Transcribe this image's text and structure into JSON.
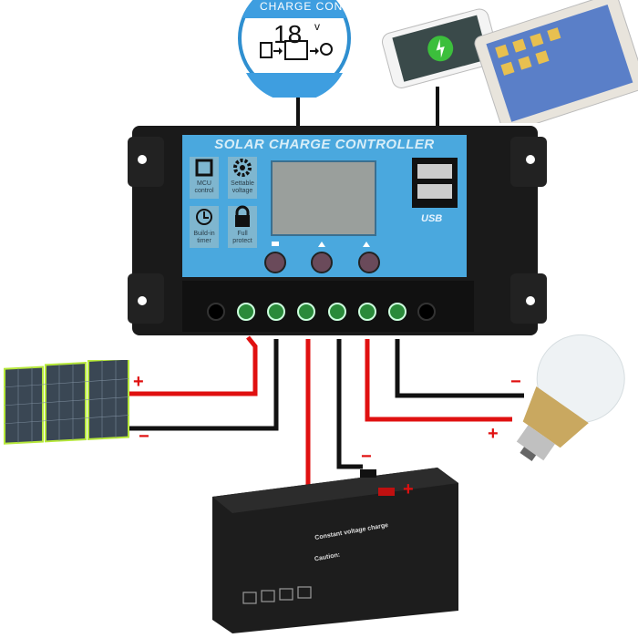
{
  "controller": {
    "title": "SOLAR CHARGE CONTROLLER",
    "features": [
      {
        "icon": "chip-icon",
        "label": "MCU control"
      },
      {
        "icon": "gear-icon",
        "label": "Settable voltage"
      },
      {
        "icon": "clock-icon",
        "label": "Build-in timer"
      },
      {
        "icon": "lock-icon",
        "label": "Full protect"
      }
    ],
    "usb_label": "USB",
    "panel_color": "#4aa8de"
  },
  "magnifier": {
    "caption": "CHARGE CON",
    "voltage": "18",
    "unit": "v"
  },
  "wiring": {
    "solar_positive": "+",
    "solar_negative": "−",
    "battery_negative": "−",
    "battery_positive": "+",
    "load_negative": "−",
    "load_positive": "+",
    "red": "#e01010",
    "black": "#111111"
  },
  "battery": {
    "label": "Constant voltage charge",
    "caution": "Caution:"
  }
}
